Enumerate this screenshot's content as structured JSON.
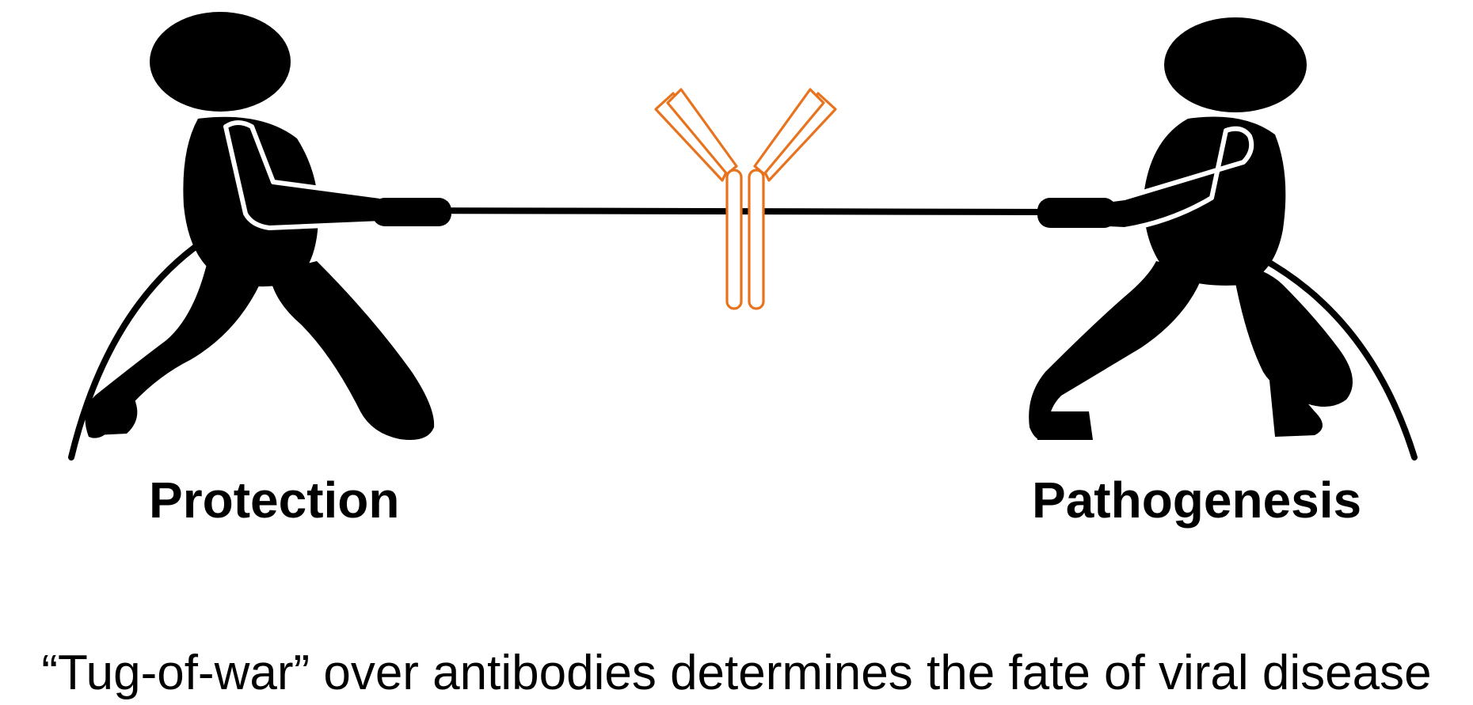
{
  "labels": {
    "left": "Protection",
    "right": "Pathogenesis"
  },
  "caption": "“Tug-of-war” over antibodies determines the fate of viral disease",
  "icons": {
    "left_figure": "person-pulling-rope-icon",
    "right_figure": "person-pulling-rope-icon",
    "center": "antibody-icon"
  },
  "colors": {
    "figure": "#000000",
    "antibody": "#E8731E",
    "background": "#FFFFFF"
  }
}
